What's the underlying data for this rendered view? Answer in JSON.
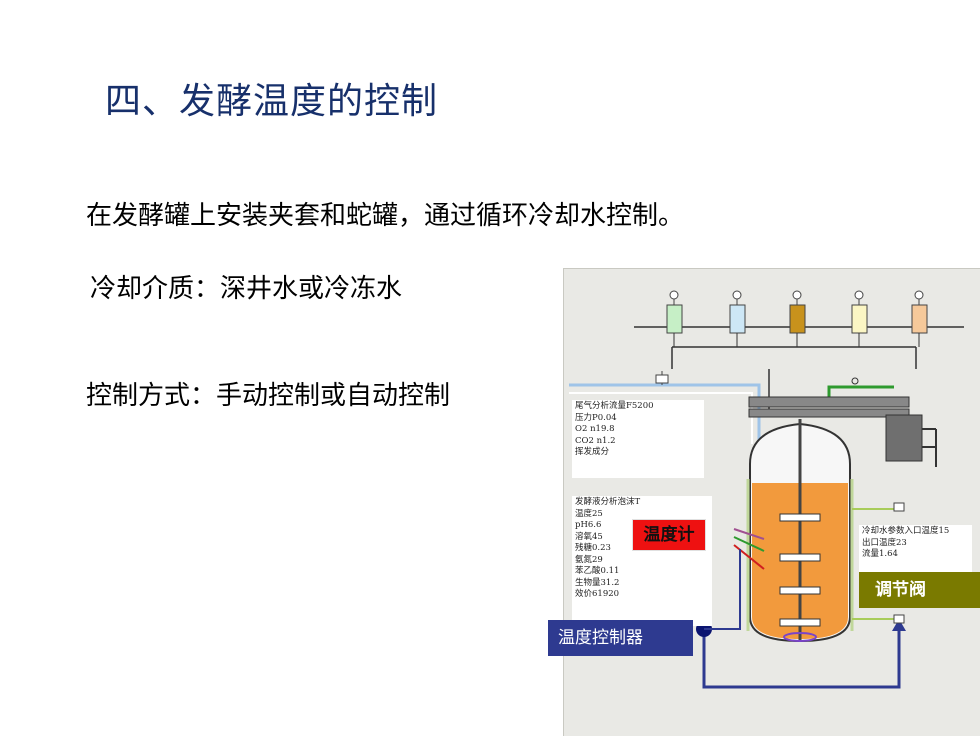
{
  "title": "四、发酵温度的控制",
  "lines": {
    "l1": "在发酵罐上安装夹套和蛇罐，通过循环冷却水控制。",
    "l2": "冷却介质：深井水或冷冻水",
    "l3": "控制方式：手动控制或自动控制"
  },
  "diagram": {
    "gas_panel": [
      "尾气分析流量F5200",
      "压力P0.04",
      "O2 n19.8",
      "CO2 n1.2",
      "挥发成分"
    ],
    "liquid_panel": [
      "发酵液分析泡沫T",
      "温度25",
      "pH6.6",
      "溶氧45",
      "残糖0.23",
      "氨氮29",
      "苯乙酸0.11",
      "生物量31.2",
      "效价61920"
    ],
    "water_panel": [
      "冷却水参数入口温度15",
      "出口温度23",
      "流量1.64"
    ],
    "tags": {
      "thermometer": "温度计",
      "valve": "调节阀",
      "controller": "温度控制器"
    },
    "colors": {
      "title": "#17306b",
      "broth": "#f29a3d",
      "pipe": "#9fc4e8",
      "signal": "#2e3a90"
    }
  }
}
